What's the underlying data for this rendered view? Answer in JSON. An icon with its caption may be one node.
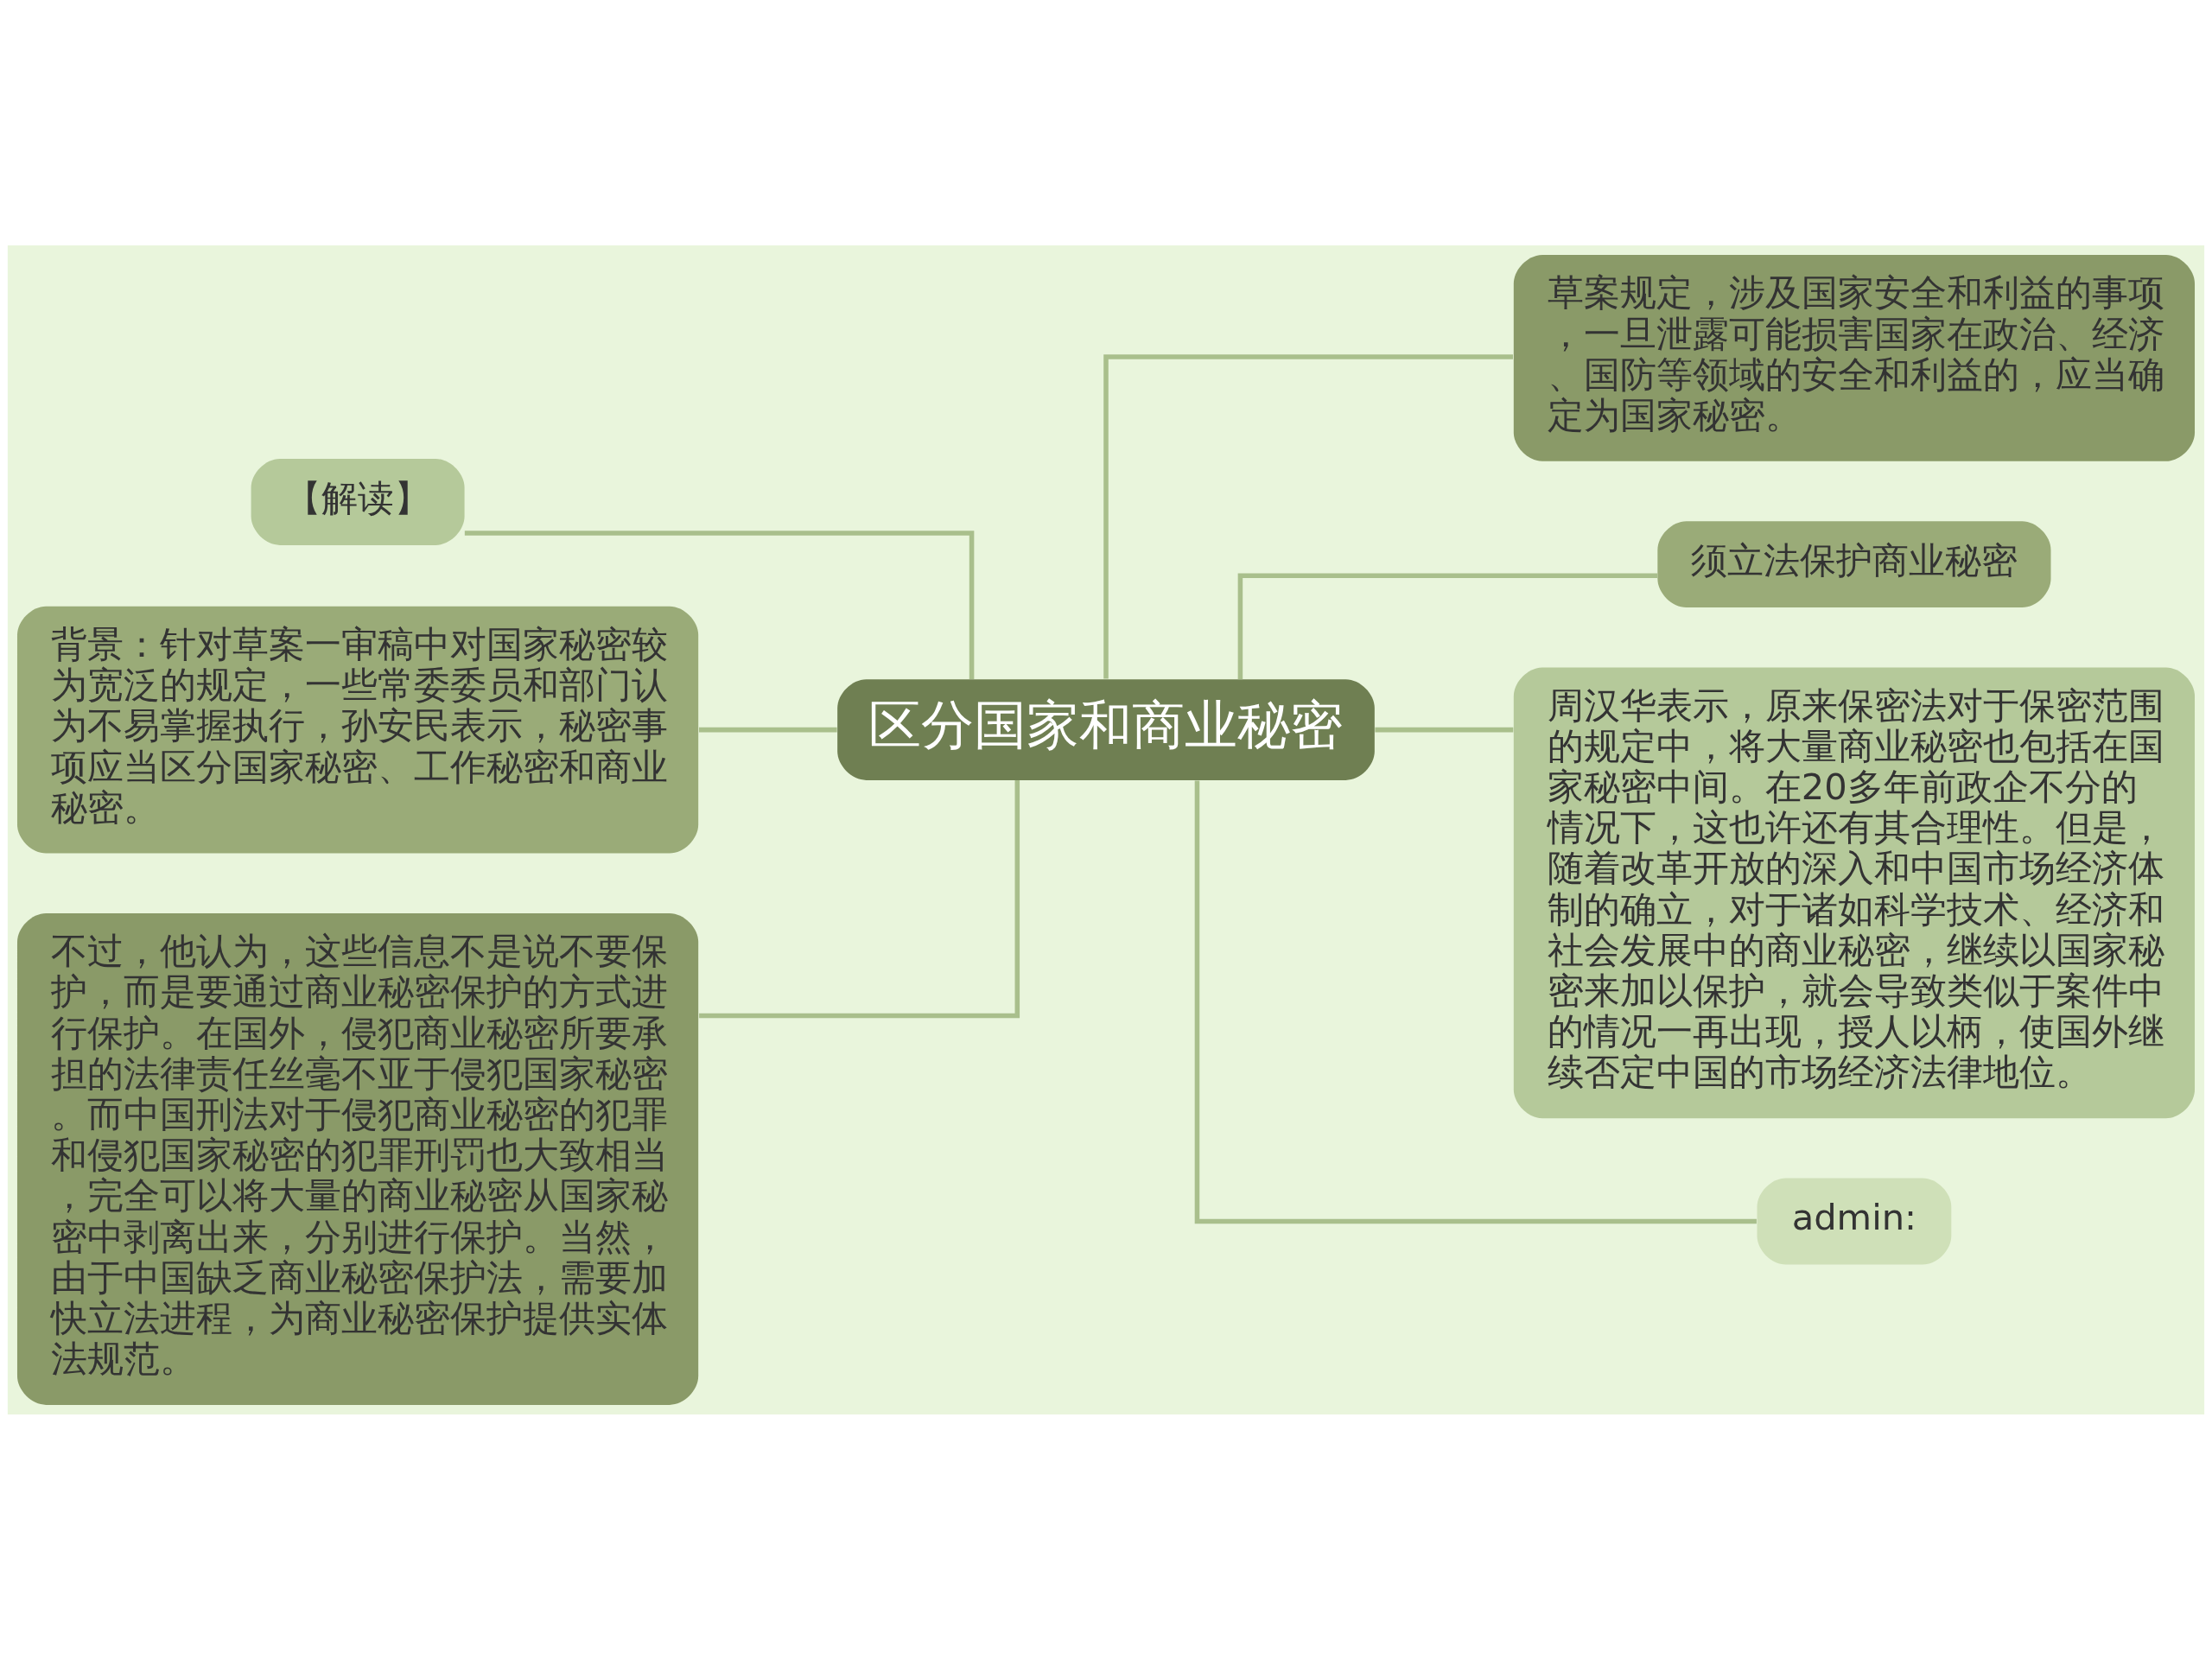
{
  "diagram": {
    "nodes": [
      {
        "text": [
          "区分国家和商业秘密"
        ]
      },
      {
        "text": [
          "【解读】"
        ]
      },
      {
        "text": [
          "背景：针对草案一审稿中对国家秘密较为宽泛的规定，一些常委委员和部门认为不易掌握执行，孙安民表示，秘密事项应当区分国家秘密、工作秘密和商业秘密。"
        ]
      },
      {
        "text": [
          "不过，他认为，这些信息不是说不要保护，而是要通过商业秘密保护的方式进行保护。在国外，侵犯商业秘密所要承担的法律责任丝毫不亚于侵犯国家秘密。而中国刑法对于侵犯商业秘密的犯罪和侵犯国家秘密的犯罪刑罚也大致相当，完全可以将大量的商业秘密从国家秘密中剥离出来，分别进行保护。当然，由于中国缺乏商业秘密保护法，需要加快立法进程，为商业秘密保护提供实体法规范。"
        ]
      },
      {
        "text": [
          "草案规定，涉及国家安全和利益的事项，一旦泄露可能损害国家在政治、经济、国防等领域的安全和利益的，应当确定为国家秘密。"
        ]
      },
      {
        "text": [
          "须立法保护商业秘密"
        ]
      },
      {
        "text": [
          "周汉华表示，原来保密法对于保密范围的规定中，将大量商业秘密也包括在国家秘密中间。在20多年前政企不分的情况下，这也许还有其合理性。但是，随着改革开放的深入和中国市场经济体制的确立，对于诸如科学技术、经济和社会发展中的商业秘密，继续以国家秘密来加以保护，就会导致类似于案件中的情况一再出现，授人以柄，使国外继续否定中国的市场经济法律地位。"
        ]
      },
      {
        "text": [
          "admin:"
        ]
      }
    ],
    "edges": [
      {
        "from": 0,
        "to": 1,
        "arrow": "none"
      },
      {
        "from": 0,
        "to": 2,
        "arrow": "none"
      },
      {
        "from": 0,
        "to": 3,
        "arrow": "none"
      },
      {
        "from": 0,
        "to": 4,
        "arrow": "none"
      },
      {
        "from": 0,
        "to": 5,
        "arrow": "none"
      },
      {
        "from": 0,
        "to": 6,
        "arrow": "none"
      },
      {
        "from": 0,
        "to": 7,
        "arrow": "none"
      }
    ]
  }
}
